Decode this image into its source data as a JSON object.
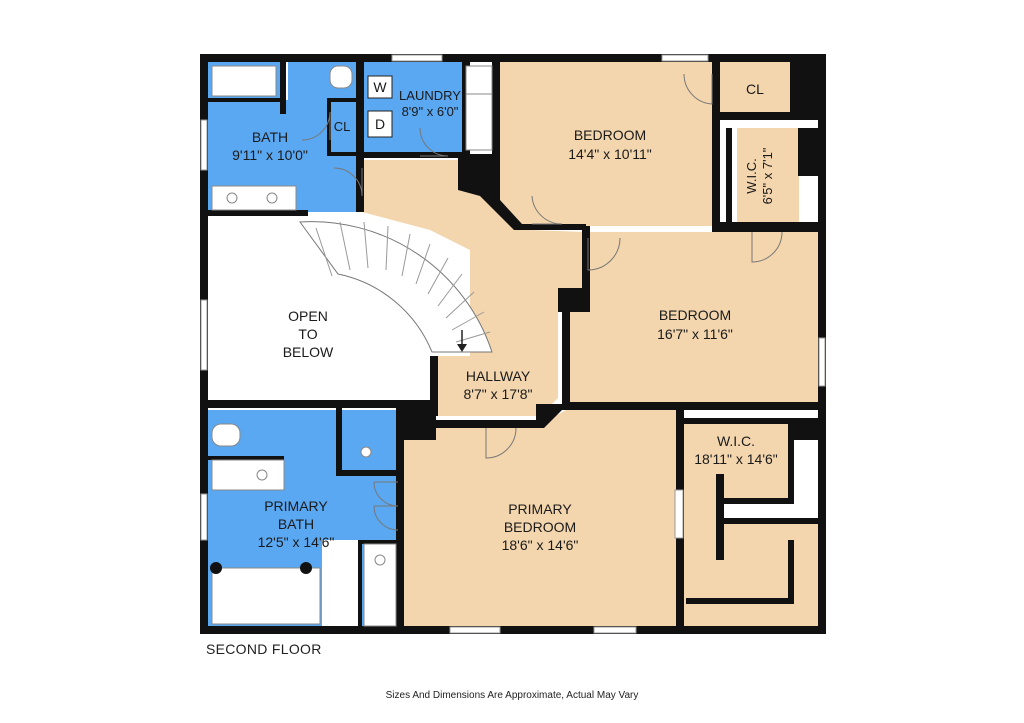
{
  "rooms": {
    "bath": {
      "name": "BATH",
      "dims": "9'11\" x 10'0\""
    },
    "laundry": {
      "name": "LAUNDRY",
      "dims": "8'9\" x 6'0\"",
      "washer": "W",
      "dryer": "D"
    },
    "bath_closet": {
      "name": "CL"
    },
    "bedroom_top": {
      "name": "BEDROOM",
      "dims": "14'4\" x 10'11\""
    },
    "closet_top": {
      "name": "CL"
    },
    "wic_top": {
      "name": "W.I.C.",
      "dims": "6'5\" x 7'1\""
    },
    "bedroom_mid": {
      "name": "BEDROOM",
      "dims": "16'7\" x 11'6\""
    },
    "open_below": {
      "line1": "OPEN",
      "line2": "TO",
      "line3": "BELOW"
    },
    "hallway": {
      "name": "HALLWAY",
      "dims": "8'7\" x 17'8\""
    },
    "primary_bath": {
      "line1": "PRIMARY",
      "line2": "BATH",
      "dims": "12'5\" x 14'6\""
    },
    "primary_bedroom": {
      "line1": "PRIMARY",
      "line2": "BEDROOM",
      "dims": "18'6\" x 14'6\""
    },
    "wic_primary": {
      "name": "W.I.C.",
      "dims": "18'11\" x 14'6\""
    }
  },
  "floor_label": "SECOND FLOOR",
  "disclaimer": "Sizes And Dimensions Are Approximate, Actual May Vary",
  "colors": {
    "bath_blue": "#5aa8f2",
    "room_tan": "#f4d6ae",
    "wall": "#111111",
    "closet_white": "#ffffff"
  }
}
